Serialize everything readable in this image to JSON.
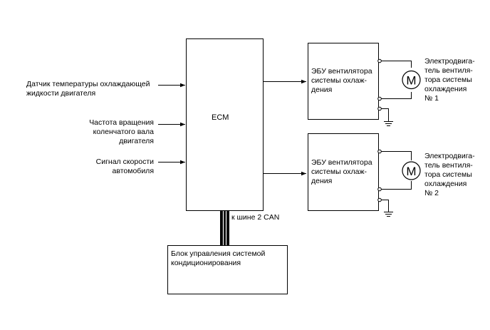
{
  "inputs": [
    {
      "lines": [
        "Датчик температуры охлаждающей",
        "жидкости двигателя"
      ]
    },
    {
      "lines": [
        "Частота вращения",
        "коленчатого вала",
        "двигателя"
      ]
    },
    {
      "lines": [
        "Сигнал скорости",
        "автомобиля"
      ]
    }
  ],
  "ecm": {
    "label": "ECM"
  },
  "can": {
    "label": "к шине 2 CAN"
  },
  "ac_unit": {
    "lines": [
      "Блок управления системой",
      "кондиционирования"
    ]
  },
  "fan_ecu_1": {
    "lines": [
      "ЭБУ вентилятора",
      "системы охлаж-",
      "дения"
    ]
  },
  "fan_ecu_2": {
    "lines": [
      "ЭБУ вентилятора",
      "системы охлаж-",
      "дения"
    ]
  },
  "motor_1": {
    "symbol": "M",
    "lines": [
      "Электродвига-",
      "тель вентиля-",
      "тора системы",
      "охлаждения",
      "№ 1"
    ]
  },
  "motor_2": {
    "symbol": "M",
    "lines": [
      "Электродвига-",
      "тель вентиля-",
      "тора системы",
      "охлаждения",
      "№ 2"
    ]
  },
  "colors": {
    "line": "#000000",
    "background": "#ffffff"
  }
}
